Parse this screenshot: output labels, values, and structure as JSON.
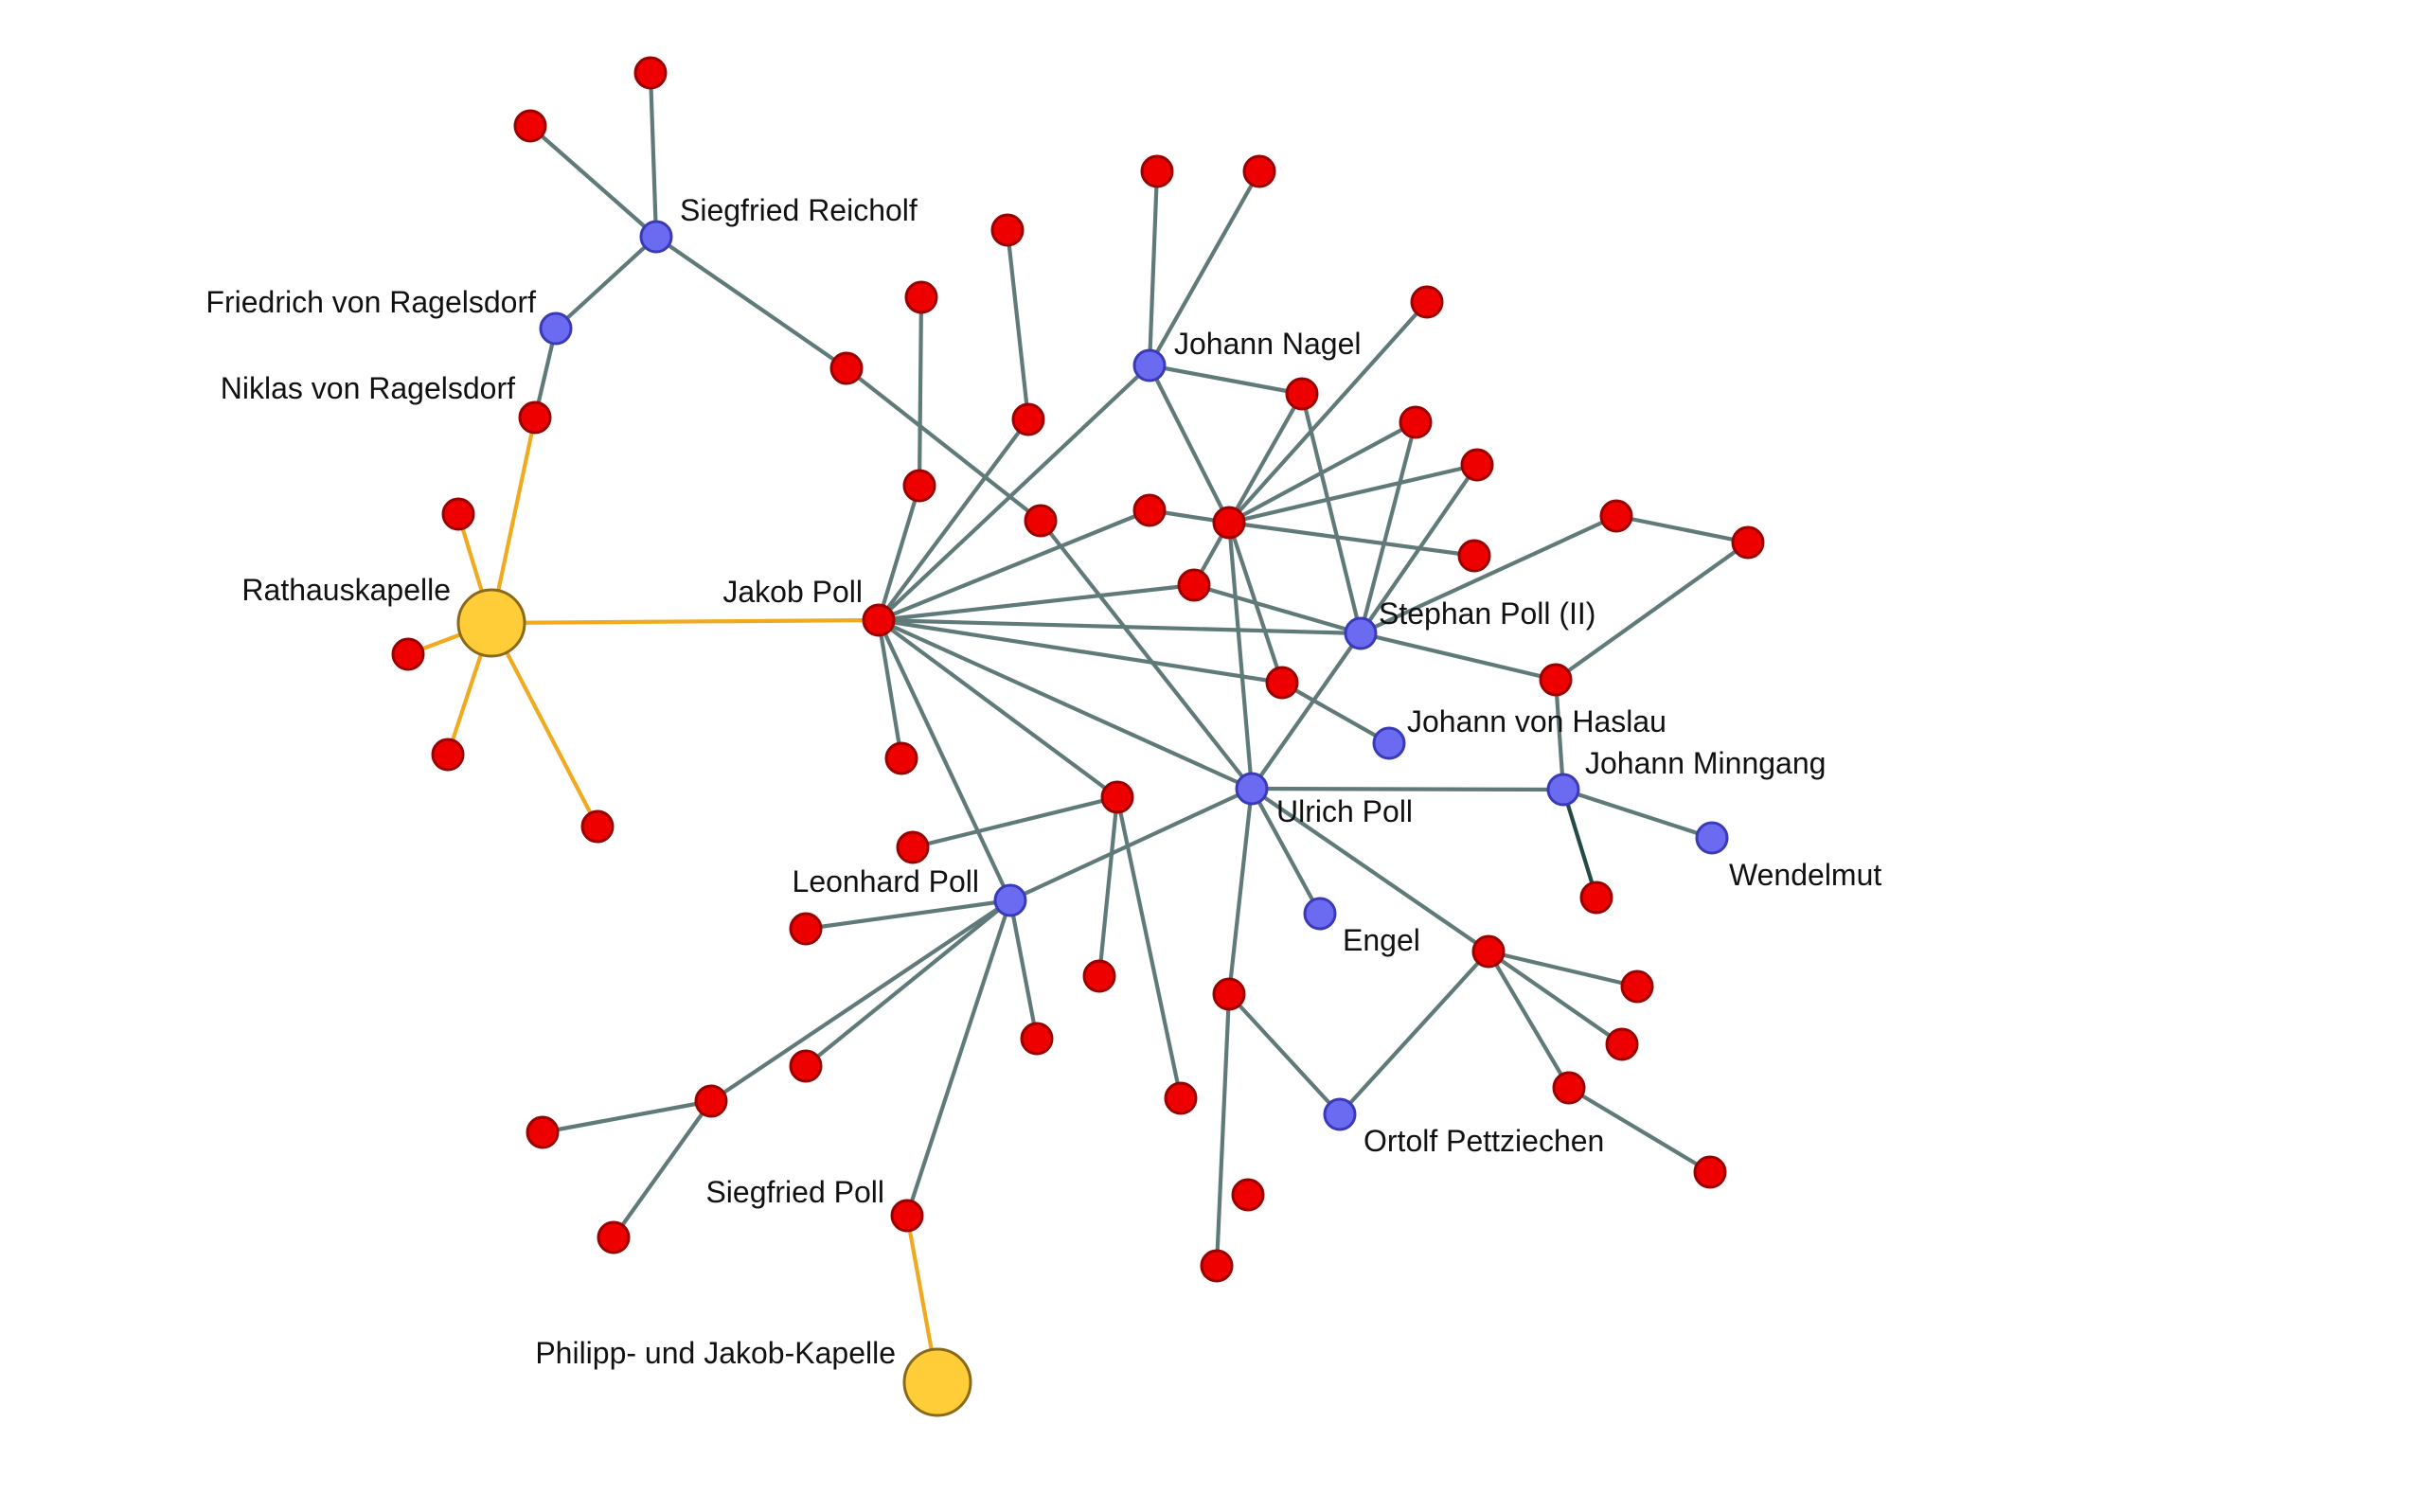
{
  "colors": {
    "background": "#ffffff",
    "edge_default": "#5f7a78",
    "edge_chapel": "#f0aa20",
    "edge_dark": "#244a48",
    "node_red_fill": "#ee0000",
    "node_red_stroke": "#9a0000",
    "node_blue_fill": "#6b6bf2",
    "node_blue_stroke": "#3a3ab8",
    "node_gold_fill": "#ffcd38",
    "node_gold_stroke": "#8a6a1a",
    "label_text": "#111111"
  },
  "labels": {
    "siegfried_reicholf": "Siegfried Reicholf",
    "friedrich_von_ragelsdorf": "Friedrich von Ragelsdorf",
    "niklas_von_ragelsdorf": "Niklas von Ragelsdorf",
    "rathauskapelle": "Rathauskapelle",
    "jakob_poll": "Jakob Poll",
    "johann_nagel": "Johann Nagel",
    "stephan_poll_ii": "Stephan Poll (II)",
    "johann_von_haslau": "Johann von Haslau",
    "johann_minngang": "Johann Minngang",
    "wendelmut": "Wendelmut",
    "ulrich_poll": "Ulrich Poll",
    "leonhard_poll": "Leonhard Poll",
    "engel": "Engel",
    "ortolf_pettziechen": "Ortolf Pettziechen",
    "siegfried_poll": "Siegfried Poll",
    "philipp_und_jakob_kapelle": "Philipp- und Jakob-Kapelle"
  },
  "node_types": {
    "person": "blue",
    "unnamed": "red",
    "chapel": "gold"
  }
}
